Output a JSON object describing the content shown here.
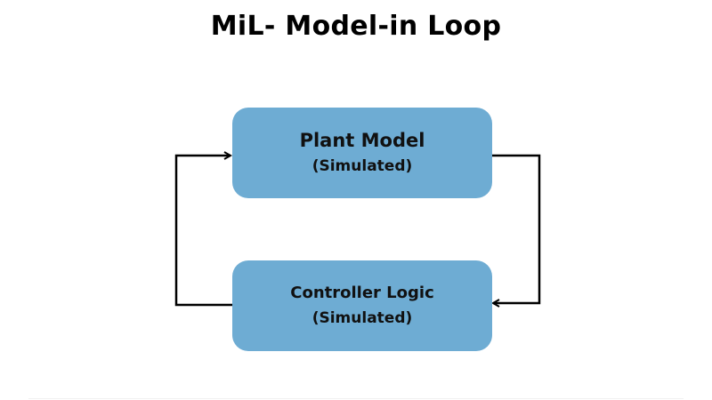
{
  "title": "MiL- Model-in Loop",
  "blocks": [
    {
      "id": "plant",
      "label": "Plant Model",
      "sublabel": "(Simulated)"
    },
    {
      "id": "controller",
      "label": "Controller Logic",
      "sublabel": "(Simulated)"
    }
  ],
  "connections": [
    {
      "from": "plant",
      "to": "controller",
      "route": "right side, downward",
      "arrowhead": "into controller"
    },
    {
      "from": "controller",
      "to": "plant",
      "route": "left side, upward",
      "arrowhead": "into plant"
    }
  ],
  "colors": {
    "block_fill": "#6eacd3",
    "line": "#000000",
    "text": "#111111"
  }
}
